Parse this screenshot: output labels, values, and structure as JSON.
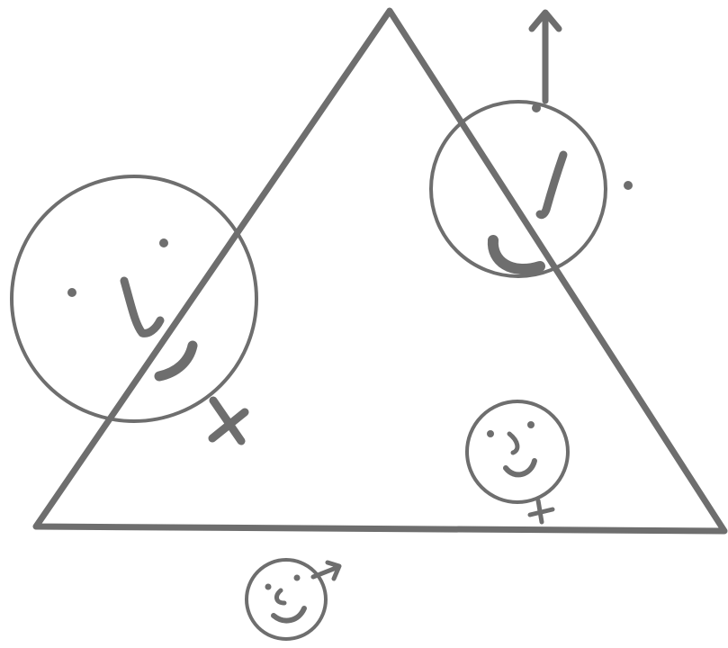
{
  "drawing": {
    "ink_color": "#6e6e6e",
    "background": "#ffffff",
    "shapes": [
      "triangle",
      "face-circle",
      "female-symbol",
      "male-symbol"
    ],
    "faces": [
      {
        "name": "large-female-face",
        "symbol": "female-symbol",
        "expression": "smile"
      },
      {
        "name": "large-male-face",
        "symbol": "male-symbol",
        "expression": "smile"
      },
      {
        "name": "small-female-face",
        "symbol": "female-symbol",
        "expression": "smile"
      },
      {
        "name": "small-male-face",
        "symbol": "male-symbol",
        "expression": "smile"
      }
    ]
  }
}
